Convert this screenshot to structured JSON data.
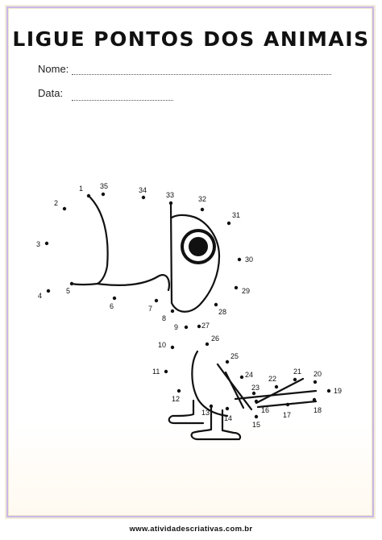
{
  "worksheet": {
    "title": "LIGUE PONTOS DOS ANIMAIS",
    "name_label": "Nome:",
    "date_label": "Data:",
    "footer": "www.atividadescriativas.com.br"
  },
  "dots": [
    {
      "n": "1"
    },
    {
      "n": "2"
    },
    {
      "n": "3"
    },
    {
      "n": "4"
    },
    {
      "n": "5"
    },
    {
      "n": "6"
    },
    {
      "n": "7"
    },
    {
      "n": "8"
    },
    {
      "n": "9"
    },
    {
      "n": "10"
    },
    {
      "n": "11"
    },
    {
      "n": "12"
    },
    {
      "n": "13"
    },
    {
      "n": "14"
    },
    {
      "n": "15"
    },
    {
      "n": "16"
    },
    {
      "n": "17"
    },
    {
      "n": "18"
    },
    {
      "n": "19"
    },
    {
      "n": "20"
    },
    {
      "n": "21"
    },
    {
      "n": "22"
    },
    {
      "n": "23"
    },
    {
      "n": "24"
    },
    {
      "n": "25"
    },
    {
      "n": "26"
    },
    {
      "n": "27"
    },
    {
      "n": "28"
    },
    {
      "n": "29"
    },
    {
      "n": "30"
    },
    {
      "n": "31"
    },
    {
      "n": "32"
    },
    {
      "n": "33"
    },
    {
      "n": "34"
    },
    {
      "n": "35"
    }
  ],
  "colors": {
    "frame": "#c9b8e8",
    "ink": "#111111"
  }
}
